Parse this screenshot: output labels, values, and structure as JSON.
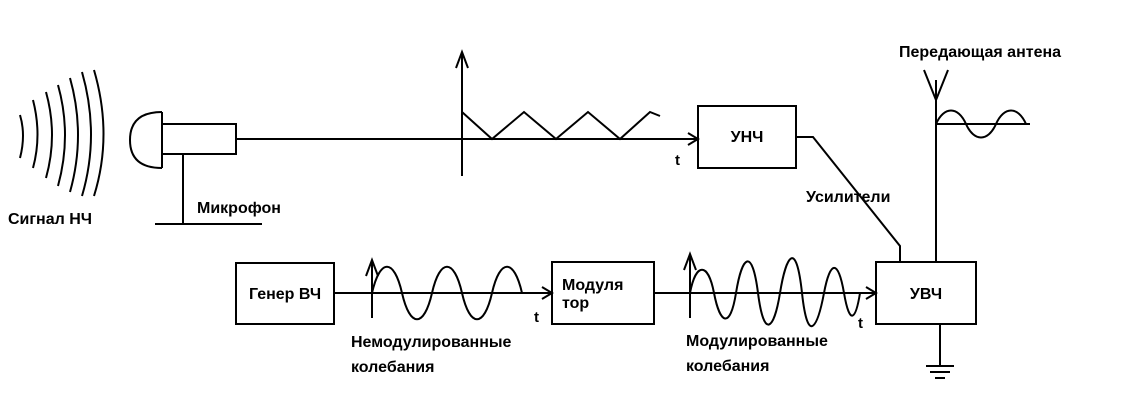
{
  "labels": {
    "signal_lf": "Сигнал НЧ",
    "microphone": "Микрофон",
    "amplifiers": "Усилители",
    "transmit_antenna": "Передающая антена",
    "unmodulated_line1": "Немодулированные",
    "unmodulated_line2": "колебания",
    "modulated_line1": "Модулированные",
    "modulated_line2": "колебания"
  },
  "blocks": {
    "unch": "УНЧ",
    "generator": "Генер ВЧ",
    "modulator_line1": "Модуля",
    "modulator_line2": "тор",
    "uvch": "УВЧ"
  },
  "axis": {
    "t_top": "t",
    "t_unmod": "t",
    "t_mod": "t"
  },
  "colors": {
    "stroke": "#000000",
    "background": "#ffffff"
  }
}
